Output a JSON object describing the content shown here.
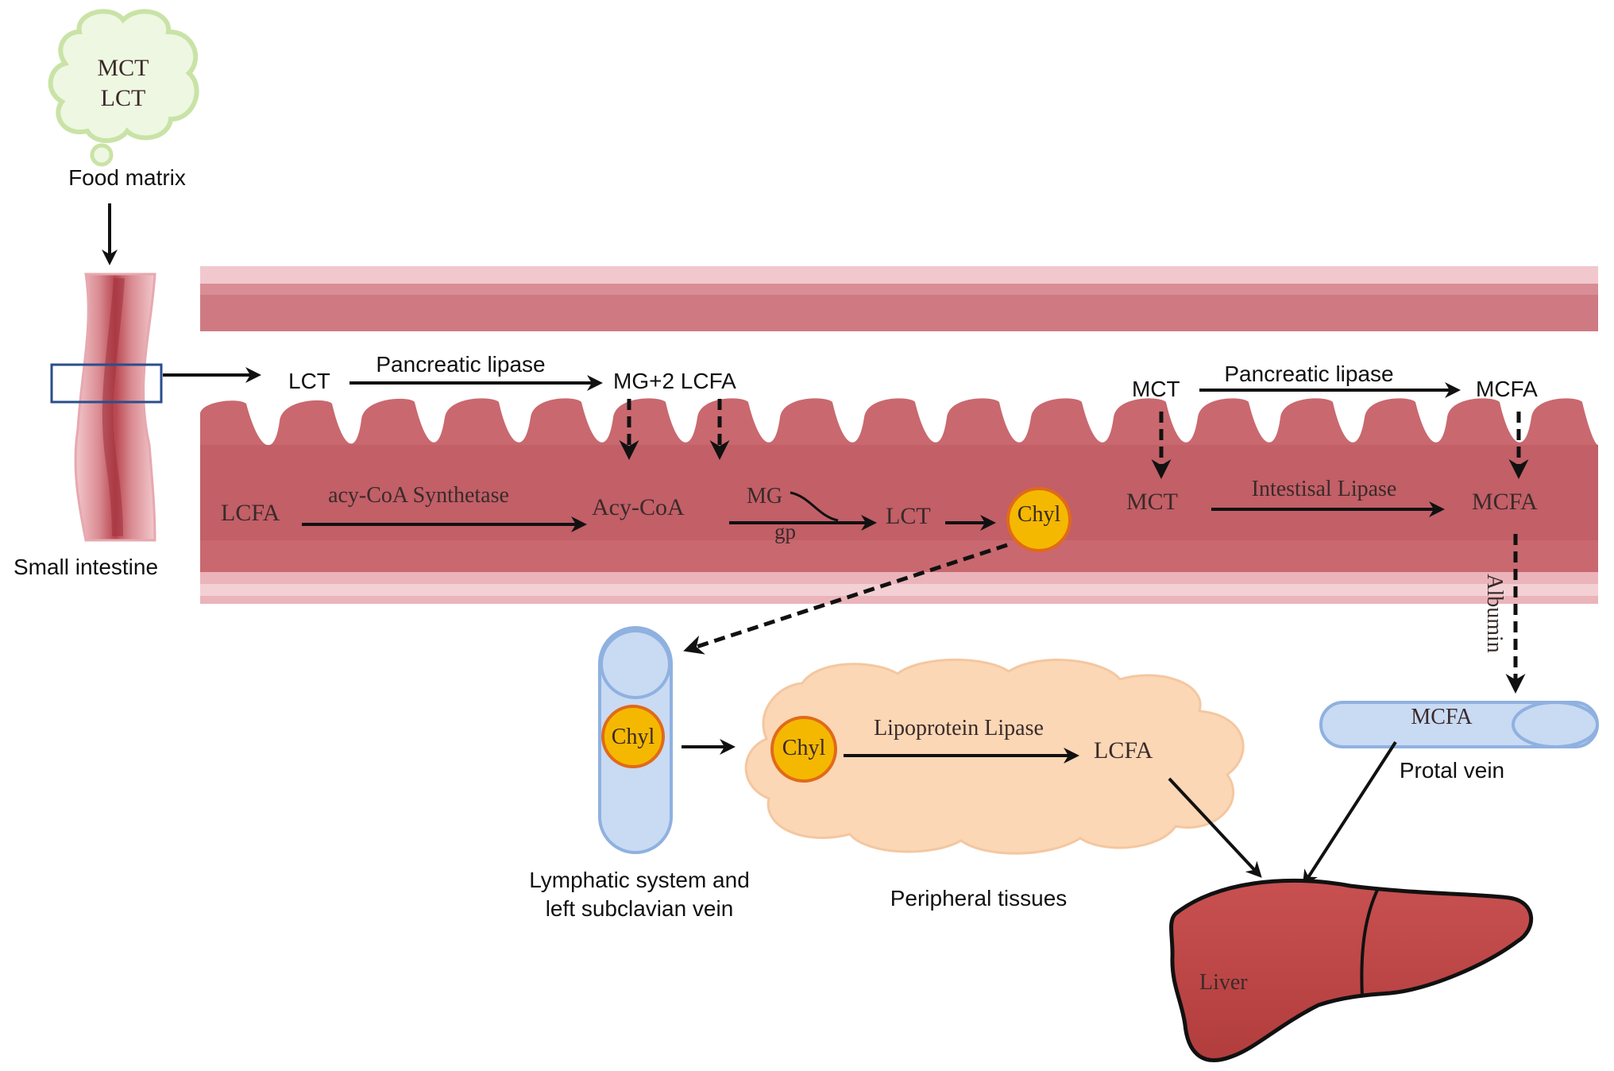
{
  "food": {
    "cloud_line1": "MCT",
    "cloud_line2": "LCT",
    "label": "Food matrix"
  },
  "small_intestine": {
    "label": "Small intestine"
  },
  "lumen": {
    "lct": "LCT",
    "lct_enzyme": "Pancreatic lipase",
    "lct_products": "MG+2 LCFA",
    "mct": "MCT",
    "mct_enzyme": "Pancreatic lipase",
    "mct_products": "MCFA"
  },
  "enterocyte": {
    "lcfa": "LCFA",
    "synthetase": "acy-CoA Synthetase",
    "acy_coa": "Acy-CoA",
    "mg": "MG",
    "gp": "gp",
    "lct": "LCT",
    "chyl": "Chyl",
    "mct": "MCT",
    "lipase": "Intestisal Lipase",
    "mcfa": "MCFA"
  },
  "albumin": "Albumin",
  "lymph": {
    "chyl": "Chyl",
    "label_line1": "Lymphatic system and",
    "label_line2": "left subclavian vein"
  },
  "peripheral": {
    "chyl": "Chyl",
    "enzyme": "Lipoprotein Lipase",
    "lcfa": "LCFA",
    "label": "Peripheral tissues"
  },
  "portal": {
    "mcfa": "MCFA",
    "label": "Protal vein"
  },
  "liver": {
    "label": "Liver"
  },
  "colors": {
    "intestine_wall": "#c9686f",
    "intestine_light": "#eab4ba",
    "chyl_fill": "#f5b800",
    "chyl_stroke": "#e06a1a",
    "vessel_fill": "#c9daf3",
    "vessel_stroke": "#8fb1e0",
    "tissue_fill": "#fbd7b5",
    "liver_fill": "#c24848",
    "cloud_fill": "#eef7e2",
    "cloud_stroke": "#c9e3a6"
  }
}
